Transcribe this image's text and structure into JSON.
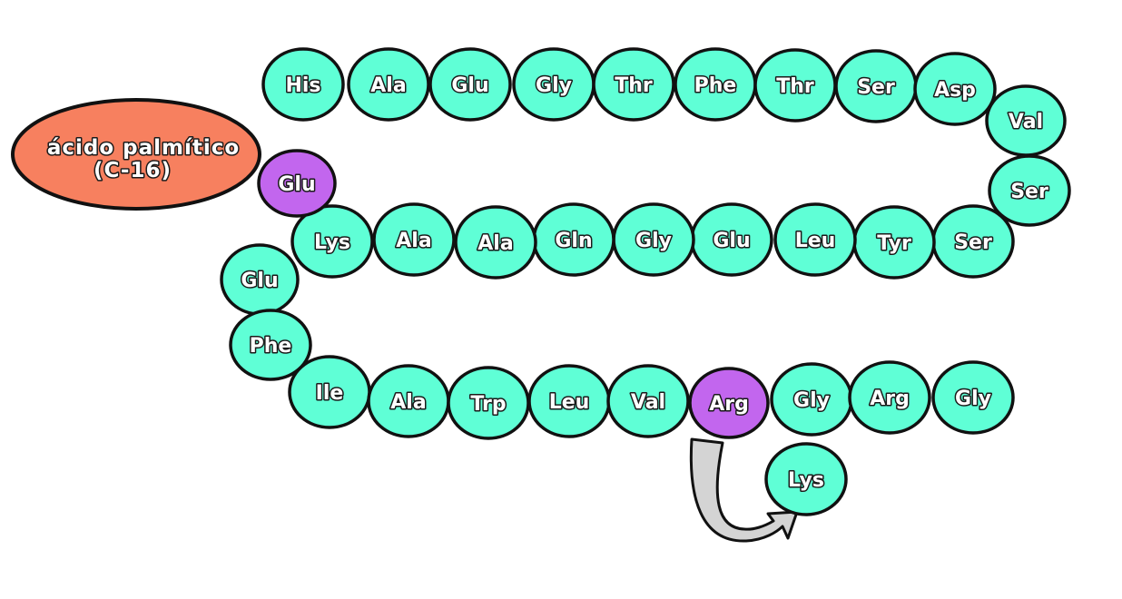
{
  "colors": {
    "residue": "#5fffd6",
    "highlight": "#c266ee",
    "lipid": "#f7805f",
    "outline": "#111111",
    "arrow": "#d4d4d4"
  },
  "lipid": {
    "line1": "ácido palmítico",
    "line2": "(C-16)"
  },
  "residues": [
    {
      "label": "His",
      "highlight": false
    },
    {
      "label": "Ala",
      "highlight": false
    },
    {
      "label": "Glu",
      "highlight": false
    },
    {
      "label": "Gly",
      "highlight": false
    },
    {
      "label": "Thr",
      "highlight": false
    },
    {
      "label": "Phe",
      "highlight": false
    },
    {
      "label": "Thr",
      "highlight": false
    },
    {
      "label": "Ser",
      "highlight": false
    },
    {
      "label": "Asp",
      "highlight": false
    },
    {
      "label": "Val",
      "highlight": false
    },
    {
      "label": "Ser",
      "highlight": false
    },
    {
      "label": "Ser",
      "highlight": false
    },
    {
      "label": "Tyr",
      "highlight": false
    },
    {
      "label": "Leu",
      "highlight": false
    },
    {
      "label": "Glu",
      "highlight": false
    },
    {
      "label": "Gly",
      "highlight": false
    },
    {
      "label": "Gln",
      "highlight": false
    },
    {
      "label": "Ala",
      "highlight": false
    },
    {
      "label": "Ala",
      "highlight": false
    },
    {
      "label": "Lys",
      "highlight": false
    },
    {
      "label": "Glu",
      "highlight": true
    },
    {
      "label": "Glu",
      "highlight": false
    },
    {
      "label": "Phe",
      "highlight": false
    },
    {
      "label": "Ile",
      "highlight": false
    },
    {
      "label": "Ala",
      "highlight": false
    },
    {
      "label": "Trp",
      "highlight": false
    },
    {
      "label": "Leu",
      "highlight": false
    },
    {
      "label": "Val",
      "highlight": false
    },
    {
      "label": "Arg",
      "highlight": true
    },
    {
      "label": "Gly",
      "highlight": false
    },
    {
      "label": "Arg",
      "highlight": false
    },
    {
      "label": "Gly",
      "highlight": false
    }
  ],
  "cleaved": {
    "label": "Lys",
    "highlight": false
  }
}
